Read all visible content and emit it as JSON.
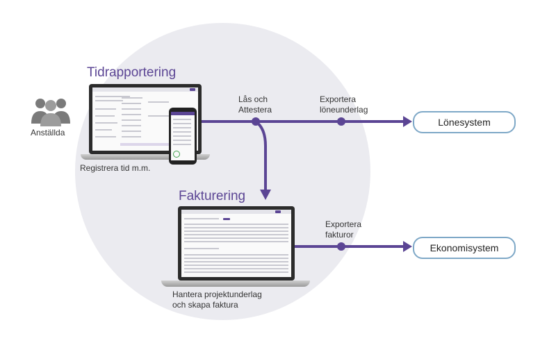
{
  "diagram": {
    "tidrapportering_heading": "Tidrapportering",
    "fakturering_heading": "Fakturering",
    "anstallda_label": "Anställda",
    "registrera_label": "Registrera tid m.m.",
    "las_attestera_line1": "Lås och",
    "las_attestera_line2": "Attestera",
    "exportera_lon_line1": "Exportera",
    "exportera_lon_line2": "löneunderlag",
    "exportera_fakt_line1": "Exportera",
    "exportera_fakt_line2": "fakturor",
    "hantera_line1": "Hantera projektunderlag",
    "hantera_line2": "och skapa faktura",
    "lonesystem": "Lönesystem",
    "ekonomisystem": "Ekonomisystem"
  },
  "colors": {
    "flow": "#5b4594",
    "heading": "#5b4594",
    "pill_border": "#7ea8c7",
    "circle_bg": "#ebebf0"
  },
  "icons": [
    "people-icon",
    "laptop-icon",
    "phone-icon"
  ]
}
